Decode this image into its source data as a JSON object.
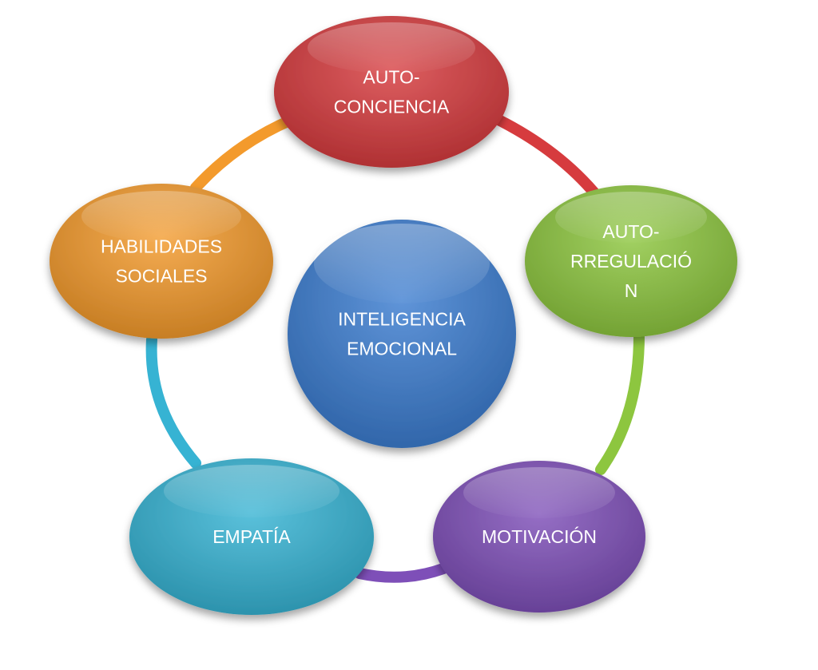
{
  "center": {
    "lines": [
      "INTELIGENCIA",
      "EMOCIONAL"
    ],
    "color": "#3C7DD0"
  },
  "nodes": [
    {
      "id": "autoconciencia",
      "lines": [
        "AUTO-",
        "CONCIENCIA"
      ],
      "color": "#D63B3E"
    },
    {
      "id": "autorregulacion",
      "lines": [
        "AUTO-",
        "RREGULACIÓ",
        "N"
      ],
      "color": "#8DC63F"
    },
    {
      "id": "motivacion",
      "lines": [
        "MOTIVACIÓN"
      ],
      "color": "#7E4FB8"
    },
    {
      "id": "empatia",
      "lines": [
        "EMPATÍA"
      ],
      "color": "#36B3D3"
    },
    {
      "id": "habilidades-sociales",
      "lines": [
        "HABILIDADES",
        "SOCIALES"
      ],
      "color": "#F39A2C"
    }
  ]
}
